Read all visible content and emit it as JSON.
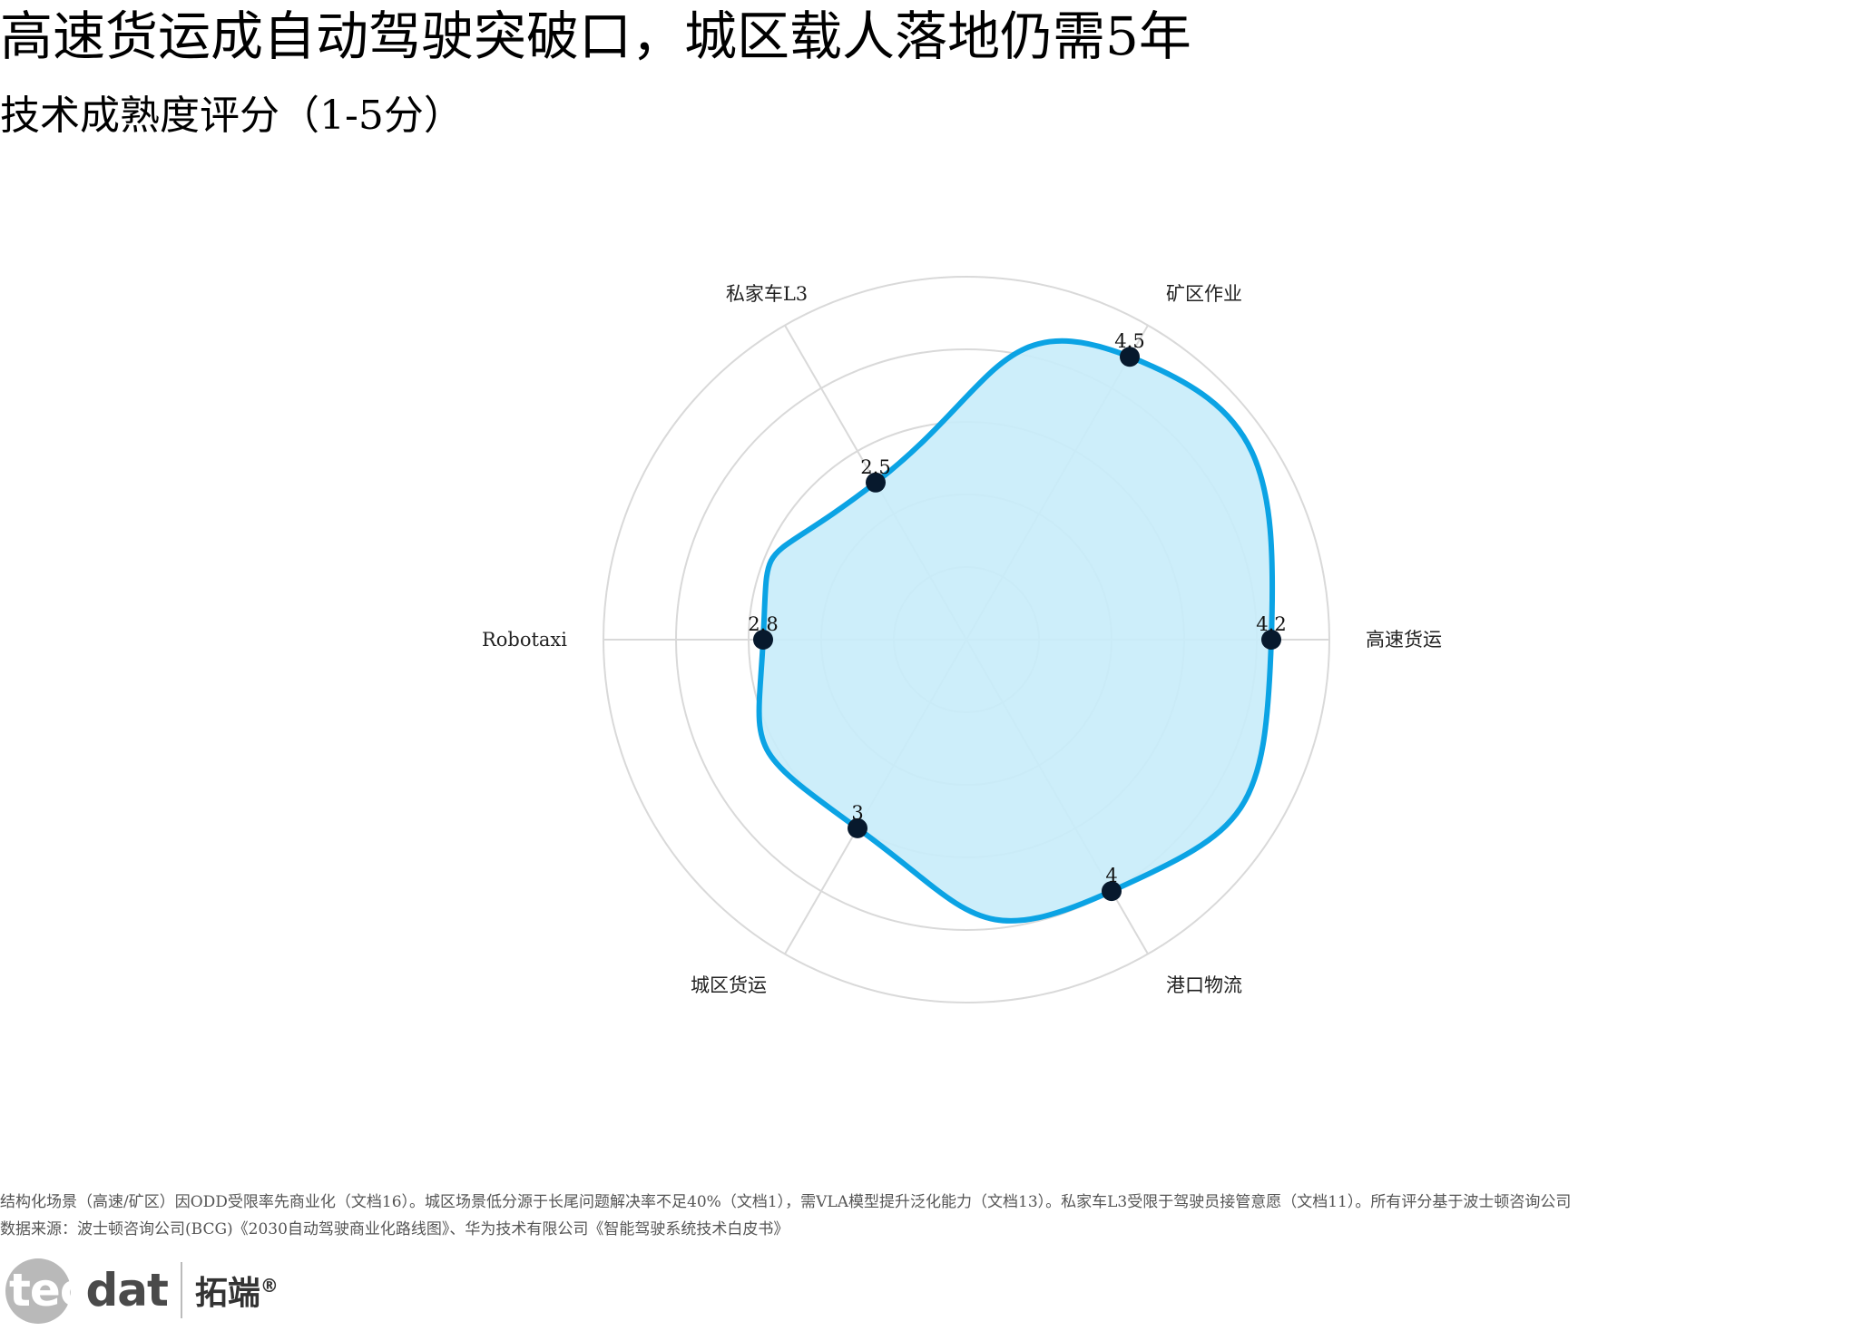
{
  "title": "高速货运成自动驾驶突破口，城区载人落地仍需5年",
  "subtitle": "技术成熟度评分（1-5分）",
  "chart_data": {
    "type": "radar",
    "axes": [
      "高速货运",
      "矿区作业",
      "私家车L3",
      "Robotaxi",
      "城区货运",
      "港口物流"
    ],
    "values": [
      4.2,
      4.5,
      2.5,
      2.8,
      3,
      4
    ],
    "data_labels": [
      "4.2",
      "4.5",
      "2.5",
      "2.8",
      "3",
      "4"
    ],
    "rlim": [
      0,
      5
    ],
    "grid": true,
    "legend": "none",
    "line_color": "#0ba3e4",
    "fill_color": "#c8ecfa",
    "marker_color": "#07192d",
    "grid_color": "#d9d9d9"
  },
  "notes": {
    "line1": "结构化场景（高速/矿区）因ODD受限率先商业化（文档16）。城区场景低分源于长尾问题解决率不足40%（文档1），需VLA模型提升泛化能力（文档13）。私家车L3受限于驾驶员接管意愿（文档11）。所有评分基于波士顿咨询公司",
    "line2": "数据来源：波士顿咨询公司(BCG)《2030自动驾驶商业化路线图》、华为技术有限公司《智能驾驶系统技术白皮书》"
  },
  "logo": {
    "tec": "tec",
    "dat": "dat",
    "cn": "拓端",
    "reg": "®"
  }
}
